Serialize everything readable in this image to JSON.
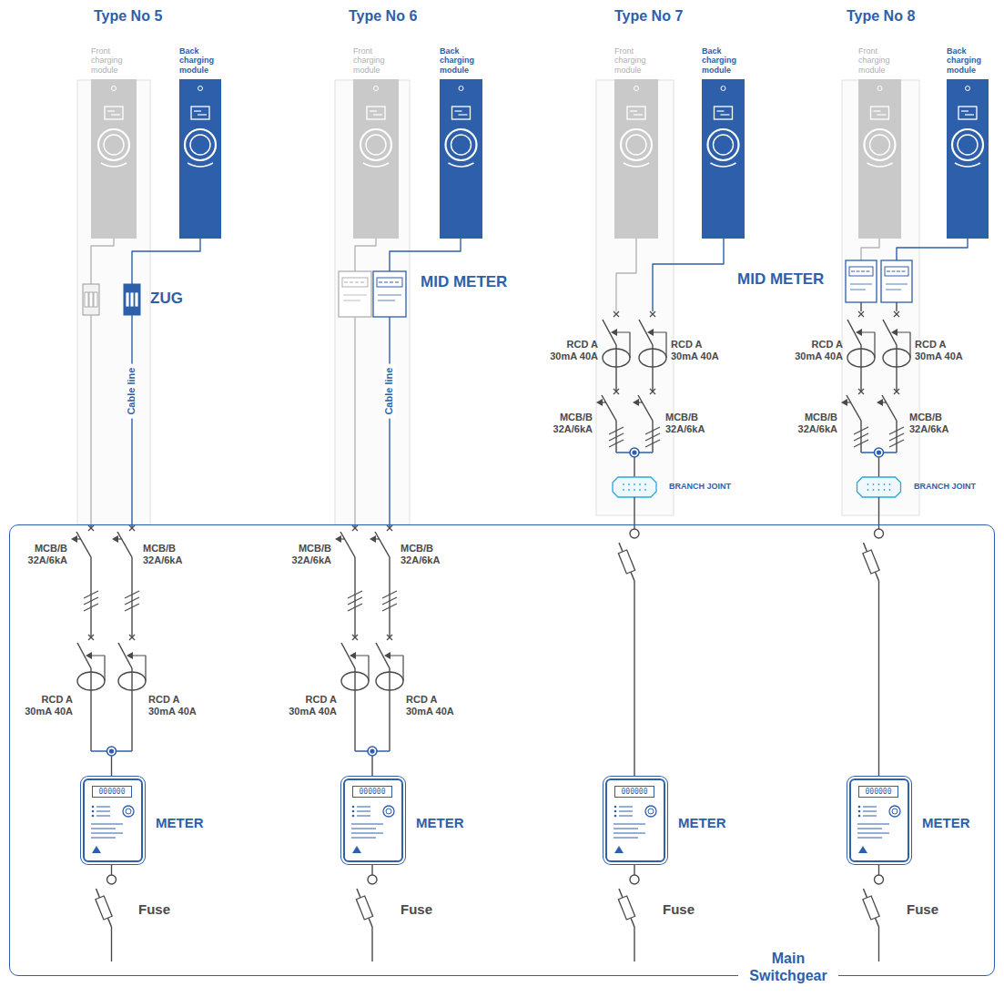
{
  "diagram": {
    "nodes": [
      {
        "text": [
          "Main Switchgear"
        ]
      },
      {
        "text": [
          "Front charging module"
        ]
      },
      {
        "text": [
          "Back charging module"
        ]
      },
      {
        "text": [
          "000000",
          "METER"
        ],
        "in": 0
      },
      {
        "text": [
          "Front charging module"
        ]
      },
      {
        "text": [
          "Back charging module"
        ]
      },
      {
        "text": [
          "000000",
          "METER"
        ],
        "in": 0
      },
      {
        "text": [
          "Front charging module"
        ]
      },
      {
        "text": [
          "Back charging module"
        ]
      },
      {
        "text": [
          "000000",
          "METER"
        ],
        "in": 0
      },
      {
        "text": [
          "Front charging module"
        ]
      },
      {
        "text": [
          "Back charging module"
        ]
      },
      {
        "text": [
          "000000",
          "METER"
        ],
        "in": 0
      }
    ],
    "labels": [
      "Type No 5",
      "Type No 6",
      "Type No 7",
      "Type No 8",
      "ZUG",
      "Cable line",
      "MCB/B 32A/6kA",
      "MCB/B 32A/6kA",
      "RCD A 30mA 40A",
      "RCD A 30mA 40A",
      "Fuse",
      "MID METER",
      "Cable line",
      "MCB/B 32A/6kA",
      "MCB/B 32A/6kA",
      "RCD A 30mA 40A",
      "RCD A 30mA 40A",
      "Fuse",
      "RCD A 30mA 40A",
      "RCD A 30mA 40A",
      "MCB/B 32A/6kA",
      "MCB/B 32A/6kA",
      "BRANCH JOINT",
      "Fuse",
      "MID METER",
      "RCD A 30mA 40A",
      "RCD A 30mA 40A",
      "MCB/B 32A/6kA",
      "MCB/B 32A/6kA",
      "BRANCH JOINT",
      "Fuse"
    ]
  }
}
